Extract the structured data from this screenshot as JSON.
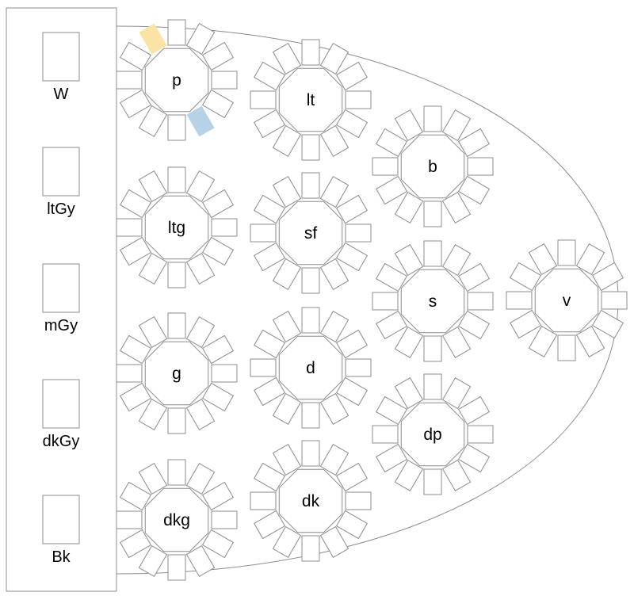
{
  "head_table": {
    "seats": [
      {
        "label": "W"
      },
      {
        "label": "ltGy"
      },
      {
        "label": "mGy"
      },
      {
        "label": "dkGy"
      },
      {
        "label": "Bk"
      }
    ]
  },
  "tables": [
    {
      "label": "p",
      "chairs": 12,
      "highlighted_chairs": [
        {
          "index": 11,
          "color": "#fbe3a4"
        },
        {
          "index": 5,
          "color": "#b7d1e6"
        }
      ]
    },
    {
      "label": "lt",
      "chairs": 12
    },
    {
      "label": "b",
      "chairs": 12
    },
    {
      "label": "ltg",
      "chairs": 12
    },
    {
      "label": "sf",
      "chairs": 12
    },
    {
      "label": "s",
      "chairs": 12
    },
    {
      "label": "v",
      "chairs": 12
    },
    {
      "label": "g",
      "chairs": 12
    },
    {
      "label": "d",
      "chairs": 12
    },
    {
      "label": "dp",
      "chairs": 12
    },
    {
      "label": "dkg",
      "chairs": 12
    },
    {
      "label": "dk",
      "chairs": 12
    }
  ],
  "colors": {
    "stroke": "#8c8c8c",
    "table_fill": "#ffffff",
    "chair_fill": "#ffffff",
    "highlight_yellow": "#fbe3a4",
    "highlight_blue": "#b7d1e6"
  }
}
